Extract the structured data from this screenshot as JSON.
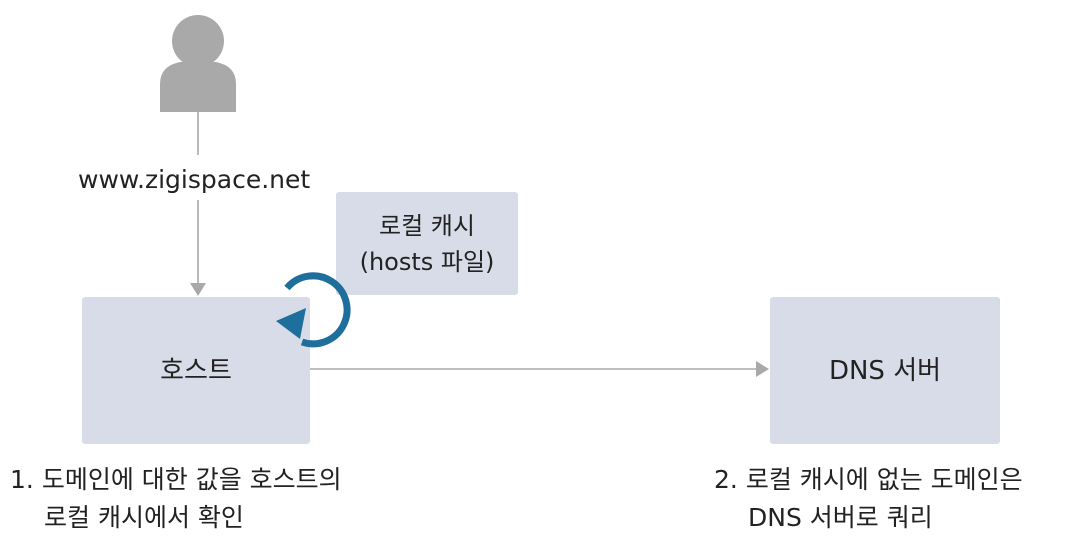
{
  "user": {
    "url": "www.zigispace.net"
  },
  "nodes": {
    "host": "호스트",
    "dns_server": "DNS 서버",
    "local_cache_line1": "로컬 캐시",
    "local_cache_line2": "(hosts 파일)"
  },
  "captions": {
    "step1_number": "1.",
    "step1_line1": "도메인에 대한 값을 호스트의",
    "step1_line2": "로컬 캐시에서 확인",
    "step2_number": "2.",
    "step2_line1": "로컬 캐시에 없는 도메인은",
    "step2_line2": "DNS 서버로 쿼리"
  },
  "colors": {
    "box_fill": "#d8dce8",
    "user_icon": "#a9a9a9",
    "arrow": "#a9a9a9",
    "cycle_arrow": "#1f6f9c"
  },
  "icons": {
    "user": "person-icon",
    "cycle": "circular-arrow-icon"
  }
}
